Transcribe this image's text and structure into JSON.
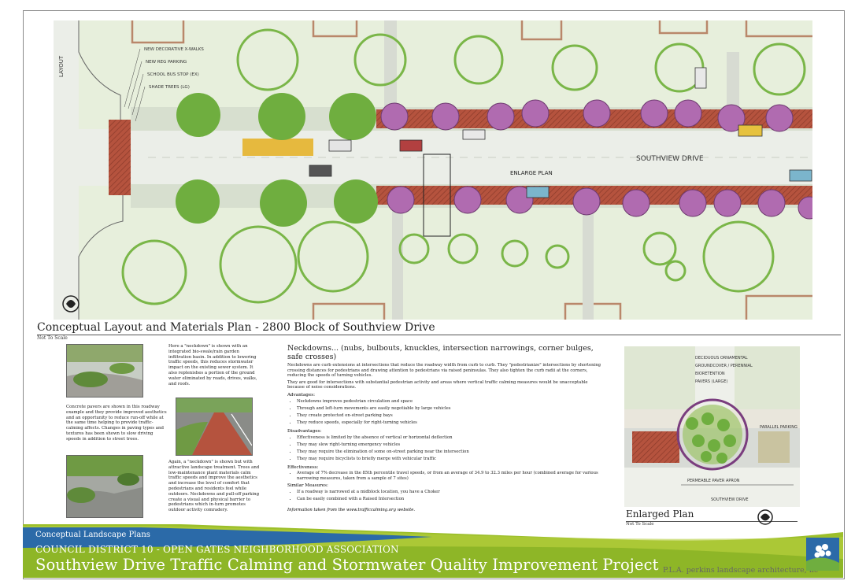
{
  "plan": {
    "title": "Conceptual Layout and Materials Plan - 2800 Block of Southview Drive",
    "scale": "Not To Scale",
    "layout_label": "LAYOUT",
    "street_label": "SOUTHVIEW DRIVE",
    "enlarge_label": "ENLARGE PLAN",
    "legend": [
      "NEW DECORATIVE X-WALKS",
      "NEW REG PARKING",
      "SCHOOL BUS STOP (EX)",
      "SHADE TREES (LG)"
    ]
  },
  "left_captions": {
    "c1": "Here a \"neckdown\" is shown with an integrated bio-swale/rain garden infiltration basin. In addition to lowering traffic speeds, this reduces stormwater impact on the existing sewer system. It also replenishes a portion of the ground water eliminated by roads, drives, walks, and roofs.",
    "c2": "Concrete pavers are shown in this roadway example and they provide improved aesthetics and an opportunity to reduce run-off while at the same time helping to provide traffic-calming affects. Changes in paving types and textures has been shown to slow driving speeds in addition to street trees.",
    "c3": "Again, a \"neckdown\" is shown but with attractive landscape treatment. Trees and low-maintenance plant materials calm traffic speeds and improve the aesthetics and increase the level of comfort that pedestrians and residents feel while outdoors. Neckdowns and pull-off parking create a visual and physical barrier to pedestrians which in-turn promotes outdoor activity comradery."
  },
  "neckdowns": {
    "title": "Neckdowns... (nubs, bulbouts, knuckles, intersection narrowings, corner bulges, safe crosses)",
    "p1": "Neckdowns are curb extensions at intersections that reduce the roadway width from curb to curb. They \"pedestrianize\" intersections by shortening crossing distances for pedestrians and drawing attention to pedestrians via raised peninsulas. They also tighten the curb radii at the corners, reducing the speeds of turning vehicles.",
    "p2": "They are good for intersections with substantial pedestrian activity and areas where vertical traffic calming measures would be unacceptable because of noise considerations.",
    "adv_head": "Advantages:",
    "advantages": [
      "Neckdowns improves pedestrian circulation and space",
      "Through and left-turn movements are easily negotiable by large vehicles",
      "They create protected on-street parking bays",
      "They reduce speeds, especially for right-turning vehicles"
    ],
    "dis_head": "Disadvantages:",
    "disadvantages": [
      "Effectiveness is limited by the absence of vertical or horizontal deflection",
      "They may slow right-turning emergency vehicles",
      "They may require the elimination of some on-street parking near the intersection",
      "They may require bicyclists to briefly merge with vehicular traffic"
    ],
    "eff_head": "Effectiveness:",
    "effectiveness": [
      "Average of 7% decrease in the 85th percentile travel speeds, or from an average of 34.9 to 32.3 miles per hour (combined average for various narrowing measures, taken from a sample of 7 sites)"
    ],
    "sim_head": "Similar Measures:",
    "similar": [
      "If a roadway is narrowed at a midblock location, you have a Choker",
      "Can be easily combined with a Raised Intersection"
    ],
    "source": "Information taken from the www.trafficcalming.org website."
  },
  "enlarged": {
    "title": "Enlarged Plan",
    "scale": "Not To Scale",
    "notes": [
      "DECIDUOUS ORNAMENTAL",
      "GROUNDCOVER / PERENNIAL",
      "BIORETENTION",
      "PAVERS (LARGE)",
      "SOUTHVIEW DRIVE",
      "PARALLEL PARKING",
      "PERMEABLE PAVER APRON"
    ]
  },
  "titleblock": {
    "line1": "Conceptual Landscape Plans",
    "line2": "COUNCIL DISTRICT 10 - OPEN GATES NEIGHBORHOOD ASSOCIATION",
    "line3": "Southview Drive Traffic Calming and Stormwater Quality Improvement Project",
    "firm": "P.L.A.  perkins landscape architecture, llc"
  },
  "colors": {
    "band_blue": "#2b6aa8",
    "band_green": "#9cbf2a",
    "brick": "#b5533e",
    "tree_green": "#7ab648",
    "tree_purple": "#b06bb0",
    "lawn": "#e6f0d8"
  }
}
